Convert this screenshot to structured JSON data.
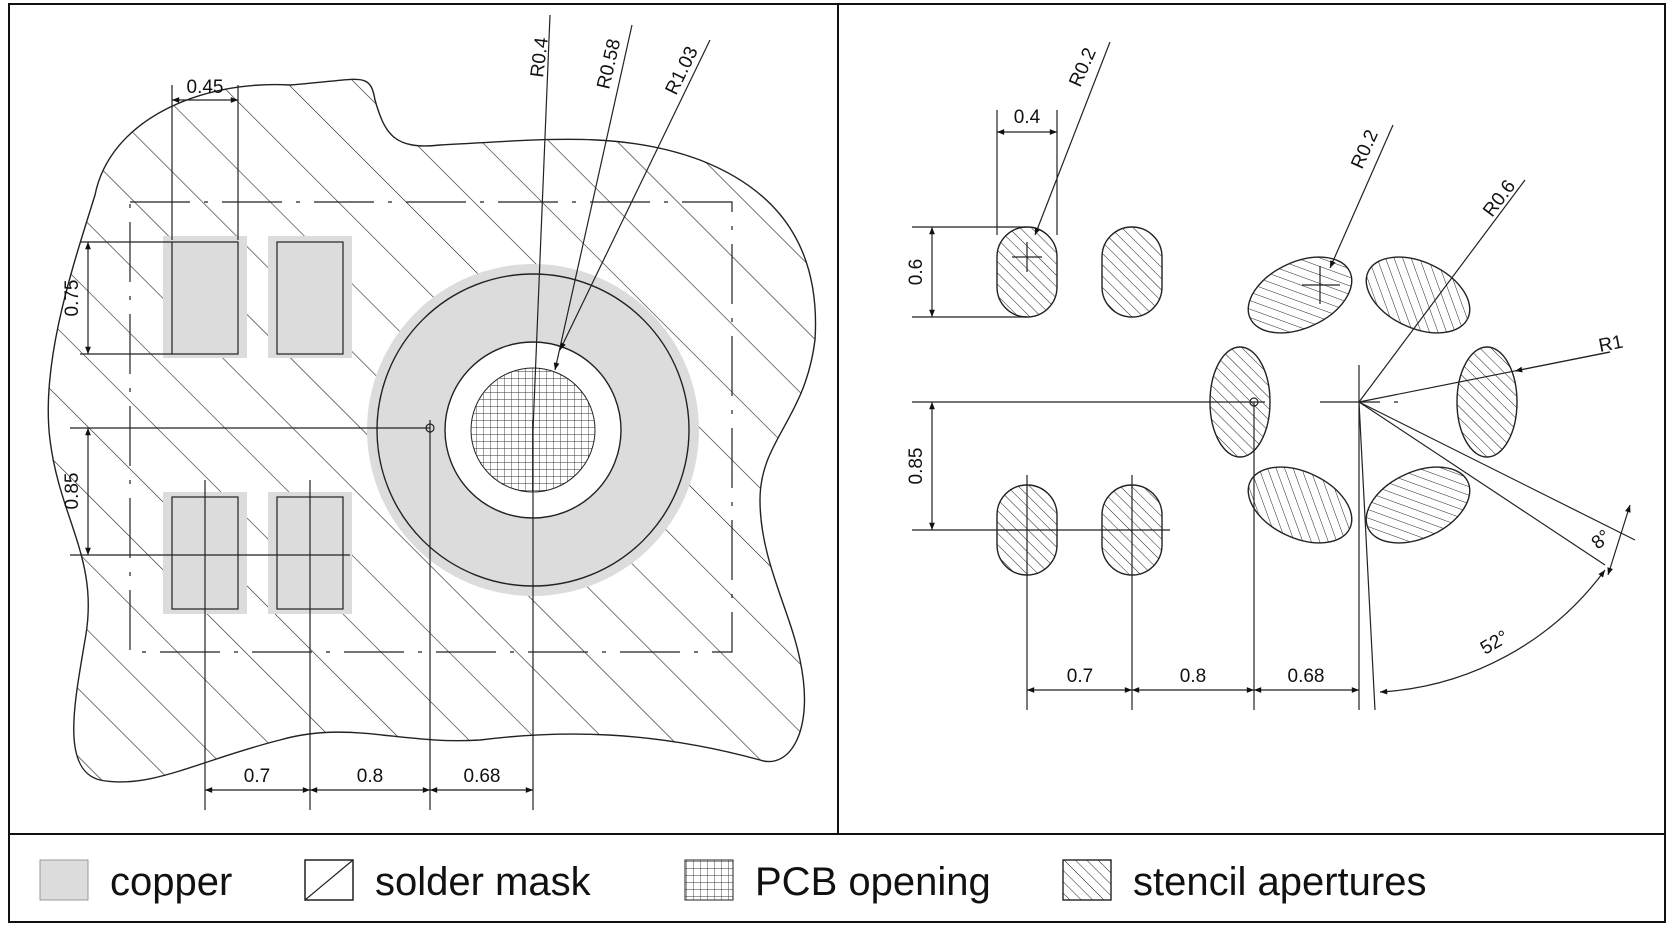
{
  "left_view": {
    "dims": {
      "pad_width": "0.45",
      "pad_height": "0.75",
      "row_pitch": "0.85",
      "pitch_1": "0.7",
      "pitch_2": "0.8",
      "pitch_3": "0.68",
      "radius_1": "R0.4",
      "radius_2": "R0.58",
      "radius_3": "R1.03"
    }
  },
  "right_view": {
    "dims": {
      "aperture_width": "0.4",
      "aperture_height": "0.6",
      "row_pitch": "0.85",
      "pitch_1": "0.7",
      "pitch_2": "0.8",
      "pitch_3": "0.68",
      "corner_radius": "R0.2",
      "petal_radius": "R0.2",
      "petal_arc": "R0.6",
      "ring_radius": "R1",
      "angle_small": "8°",
      "angle_large": "52°"
    }
  },
  "legend": {
    "items": [
      {
        "label": "copper",
        "swatch": "copper"
      },
      {
        "label": "solder  mask",
        "swatch": "solder-mask"
      },
      {
        "label": "PCB  opening",
        "swatch": "pcb-opening"
      },
      {
        "label": "stencil  apertures",
        "swatch": "stencil-apertures"
      }
    ]
  },
  "colors": {
    "copper": "#dcdcdc",
    "line": "#222222",
    "background": "#ffffff"
  }
}
